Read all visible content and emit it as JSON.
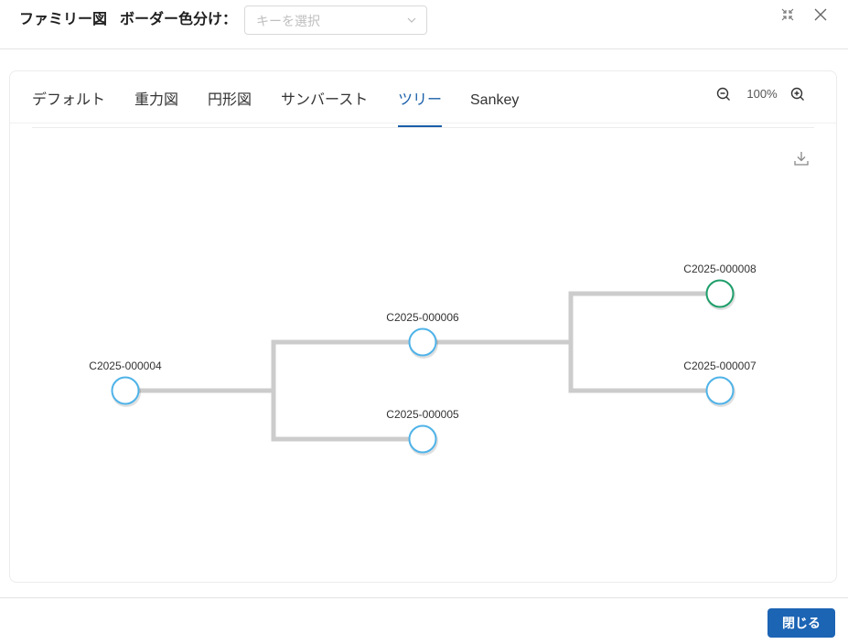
{
  "header": {
    "title": "ファミリー図",
    "border_label": "ボーダー色分け：",
    "select_placeholder": "キーを選択"
  },
  "tabs": [
    {
      "label": "デフォルト",
      "active": false
    },
    {
      "label": "重力図",
      "active": false
    },
    {
      "label": "円形図",
      "active": false
    },
    {
      "label": "サンバースト",
      "active": false
    },
    {
      "label": "ツリー",
      "active": true
    },
    {
      "label": "Sankey",
      "active": false
    }
  ],
  "zoom": {
    "level": "100%"
  },
  "tree": {
    "nodes": [
      {
        "id": "C2025-000004",
        "border": "#4fb3e8"
      },
      {
        "id": "C2025-000006",
        "border": "#4fb3e8"
      },
      {
        "id": "C2025-000005",
        "border": "#4fb3e8"
      },
      {
        "id": "C2025-000008",
        "border": "#1e9e6a"
      },
      {
        "id": "C2025-000007",
        "border": "#4fb3e8"
      }
    ],
    "links": [
      {
        "from": "C2025-000004",
        "to": "C2025-000006"
      },
      {
        "from": "C2025-000004",
        "to": "C2025-000005"
      },
      {
        "from": "C2025-000006",
        "to": "C2025-000008"
      },
      {
        "from": "C2025-000006",
        "to": "C2025-000007"
      }
    ],
    "link_color": "#cccccc"
  },
  "footer": {
    "close_label": "閉じる"
  },
  "colors": {
    "accent": "#1a5fa8",
    "button": "#1c64b4"
  }
}
